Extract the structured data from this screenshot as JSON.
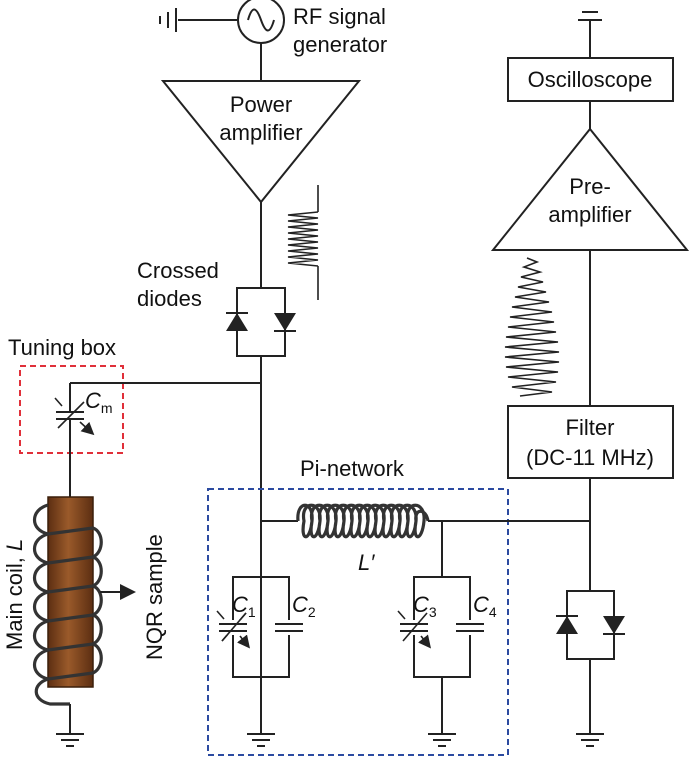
{
  "labels": {
    "rf_generator": [
      "RF signal",
      "generator"
    ],
    "power_amplifier": [
      "Power",
      "amplifier"
    ],
    "crossed_diodes": [
      "Crossed",
      "diodes"
    ],
    "tuning_box": "Tuning box",
    "cm_main": "C",
    "cm_sub": "m",
    "main_coil": "Main coil, ",
    "main_coil_var": "L",
    "nqr_sample": "NQR sample",
    "pi_network": "Pi-network",
    "l_prime": "L′",
    "c1": "C",
    "c1_sub": "1",
    "c2": "C",
    "c2_sub": "2",
    "c3": "C",
    "c3_sub": "3",
    "c4": "C",
    "c4_sub": "4",
    "oscilloscope": "Oscilloscope",
    "preamplifier": [
      "Pre-",
      "amplifier"
    ],
    "filter": [
      "Filter",
      "(DC-11 MHz)"
    ]
  },
  "colors": {
    "tuning_box_border": "#e0303a",
    "pi_network_border": "#2b4aa0",
    "sample_fill": "#8a4a22",
    "wire": "#222222"
  },
  "icons": {
    "rf": "sine-wave-icon",
    "ground": "ground-icon",
    "diode": "diode-icon",
    "capacitor": "variable-capacitor-icon"
  }
}
